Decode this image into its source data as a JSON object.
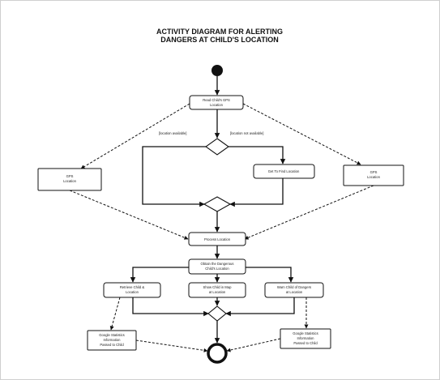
{
  "diagram": {
    "title_line1": "ACTIVITY DIAGRAM FOR ALERTING",
    "title_line2": "DANGERS AT CHILD'S LOCATION",
    "nodes": {
      "read_gps": [
        "Read Child's GPS",
        "Location"
      ],
      "gps_left": [
        "GPS",
        "Location"
      ],
      "gps_right": [
        "GPS",
        "Location"
      ],
      "get_location": [
        "Get To Find Location"
      ],
      "process_location": [
        "Process Location"
      ],
      "obtain_dangers": [
        "Obtain the Dangerous",
        "Child's Location"
      ],
      "retrieve_location": [
        "Retrieve Child &",
        "Location"
      ],
      "show_map": [
        "Show Child in Map",
        "at Location"
      ],
      "warn_child": [
        "Warn Child of Dangers",
        "at Location"
      ],
      "google_left": [
        "Google Statistics",
        "Information",
        "Passed to Child"
      ],
      "google_right": [
        "Google Statistics",
        "Information",
        "Passed to Child"
      ]
    },
    "guards": {
      "available": "[location available]",
      "not_available": "[location not available]"
    }
  }
}
